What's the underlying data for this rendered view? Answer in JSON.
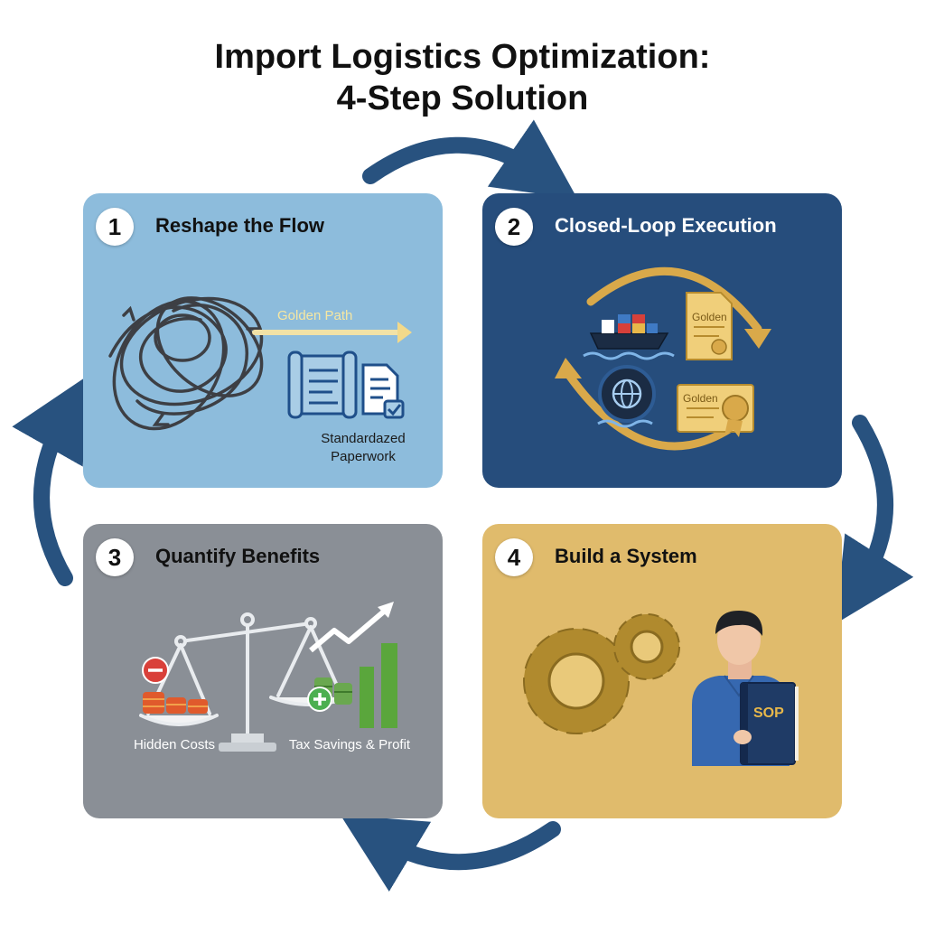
{
  "title": {
    "line1": "Import Logistics Optimization:",
    "line2": "4-Step Solution"
  },
  "colors": {
    "card1_bg": "#8dbcdc",
    "card2_bg": "#264d7c",
    "card3_bg": "#8a8f96",
    "card4_bg": "#e0bb6c",
    "cycle_arrow": "#28527f",
    "gold": "#e8b84a"
  },
  "steps": [
    {
      "number": "1",
      "title": "Reshape the Flow",
      "golden_path_label": "Golden Path",
      "caption_line1": "Standardazed",
      "caption_line2": "Paperwork",
      "icons": [
        "tangled-path-icon",
        "golden-path-arrow-icon",
        "scroll-document-icon",
        "checked-document-icon"
      ]
    },
    {
      "number": "2",
      "title": "Closed-Loop Execution",
      "doc_label_1": "Golden",
      "doc_label_2": "Golden",
      "icons": [
        "cargo-ship-icon",
        "globe-icon",
        "golden-certificate-icon",
        "cycle-arrows-icon"
      ]
    },
    {
      "number": "3",
      "title": "Quantify Benefits",
      "left_label": "Hidden Costs",
      "right_label": "Tax Savings & Profit",
      "icons": [
        "balance-scale-icon",
        "minus-icon",
        "plus-icon",
        "coin-stack-icon",
        "growth-chart-icon"
      ]
    },
    {
      "number": "4",
      "title": "Build a System",
      "book_label": "SOP",
      "icons": [
        "gear-icon",
        "person-icon",
        "sop-book-icon"
      ]
    }
  ]
}
